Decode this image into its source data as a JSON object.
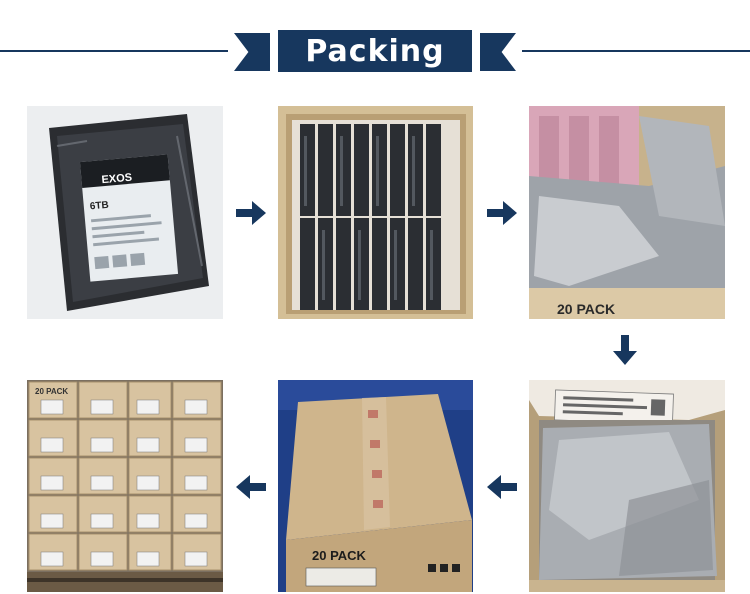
{
  "header": {
    "title": "Packing",
    "accent_color": "#17375e"
  },
  "photos": [
    {
      "name": "hdd-in-antistatic-bag",
      "label_brand": "EXOS",
      "label_capacity": "6TB"
    },
    {
      "name": "drives-in-foam-tray"
    },
    {
      "name": "bagged-tray-in-box",
      "box_text": "20 PACK"
    },
    {
      "name": "palletized-boxes",
      "box_text": "20 PACK"
    },
    {
      "name": "taped-carton",
      "box_text": "20 PACK"
    },
    {
      "name": "open-carton-with-bag"
    }
  ],
  "arrows": [
    "arrow-right-icon",
    "arrow-right-icon",
    "arrow-down-icon",
    "arrow-left-icon",
    "arrow-left-icon"
  ]
}
